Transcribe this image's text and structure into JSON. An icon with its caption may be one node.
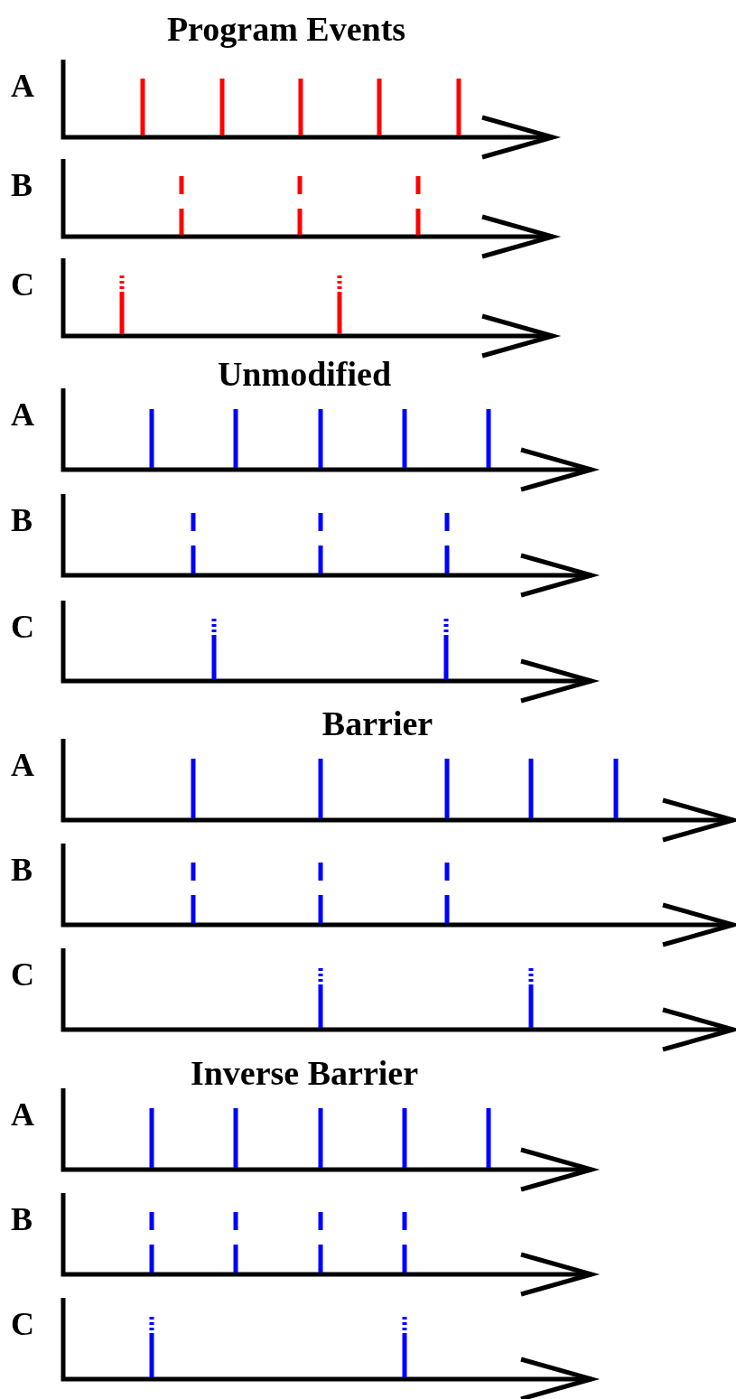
{
  "diagram": {
    "labels": [
      "Program Events",
      "A",
      "B",
      "C",
      "Unmodified",
      "A",
      "B",
      "C",
      "Barrier",
      "A",
      "B",
      "C",
      "Inverse Barrier",
      "A",
      "B",
      "C"
    ]
  }
}
